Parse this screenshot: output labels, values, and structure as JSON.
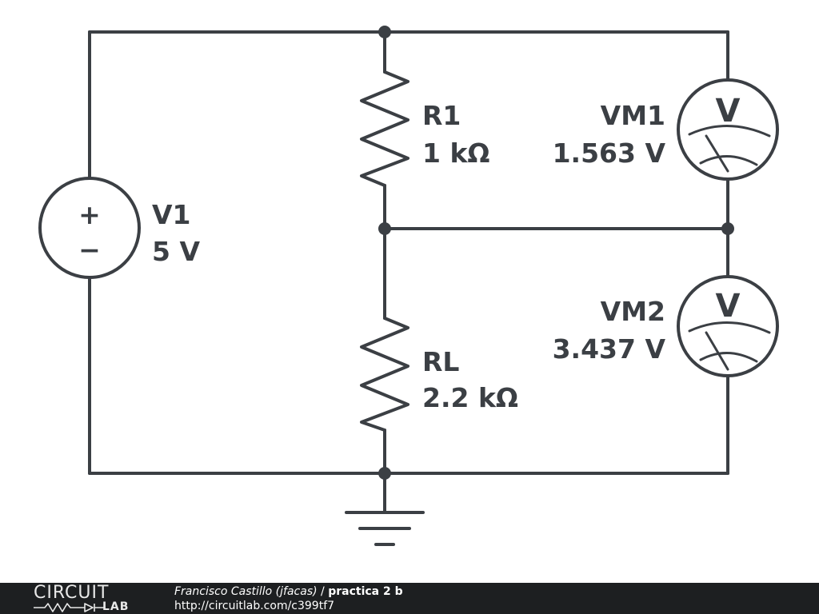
{
  "components": {
    "v1": {
      "name": "V1",
      "value": "5 V",
      "plus": "+",
      "minus": "−"
    },
    "r1": {
      "name": "R1",
      "value": "1 kΩ"
    },
    "rl": {
      "name": "RL",
      "value": "2.2 kΩ"
    },
    "vm1": {
      "name": "VM1",
      "value": "1.563 V",
      "symbol": "V"
    },
    "vm2": {
      "name": "VM2",
      "value": "3.437 V",
      "symbol": "V"
    }
  },
  "footer": {
    "logo_top": "CIRCUIT",
    "logo_bottom": "LAB",
    "author": "Francisco Castillo (jfacas)",
    "separator": " / ",
    "title": "practica 2 b",
    "url": "http://circuitlab.com/c399tf7"
  },
  "colors": {
    "stroke": "#3b3f44",
    "footer_bg": "#1d1f21",
    "footer_text": "#ffffff"
  }
}
